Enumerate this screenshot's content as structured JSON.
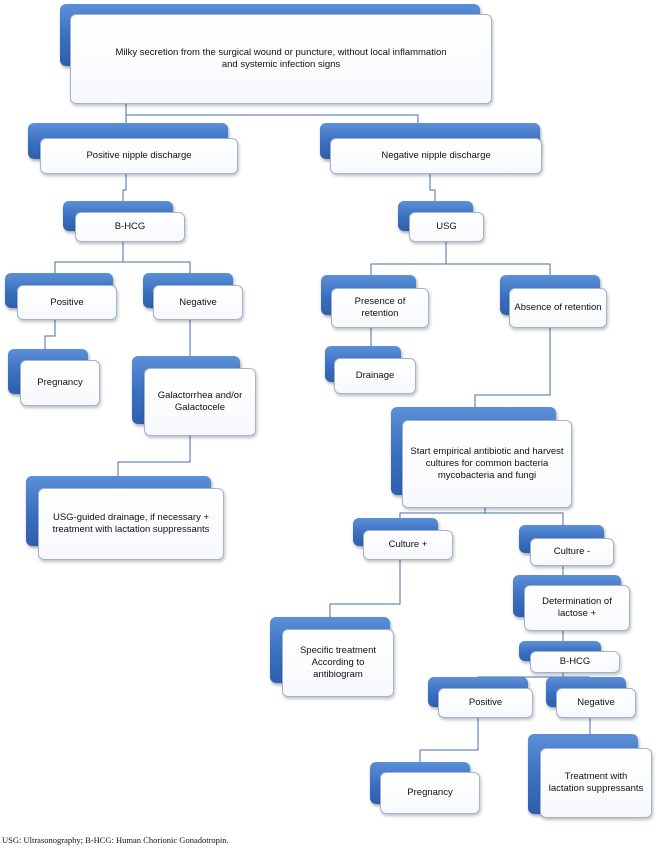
{
  "nodes": {
    "root": "Milky secretion from the surgical wound or puncture, without local inflammation\nand systemic infection signs",
    "positive_nipple": "Positive nipple discharge",
    "negative_nipple": "Negative nipple discharge",
    "bhcg_left": "B-HCG",
    "usg": "USG",
    "left_positive": "Positive",
    "left_negative": "Negative",
    "presence_retention": "Presence of retention",
    "absence_retention": "Absence of retention",
    "left_pregnancy": "Pregnancy",
    "galactorrhea": "Galactorrhea and/or\nGalactocele",
    "drainage": "Drainage",
    "antibiotic": "Start empirical antibiotic and harvest\ncultures for common bacteria\nmycobacteria and fungi",
    "usg_drainage": "USG-guided drainage, if necessary +\ntreatment with lactation suppressants",
    "culture_pos": "Culture +",
    "culture_neg": "Culture -",
    "lactose": "Determination of lactose +",
    "specific_treatment": "Specific treatment\nAccording to antibiogram",
    "bhcg_right": "B-HCG",
    "right_positive": "Positive",
    "right_negative": "Negative",
    "right_pregnancy": "Pregnancy",
    "treatment_lactation": "Treatment with\nlactation suppressants"
  },
  "caption": "USG: Ultrasonography; B-HCG: Human Chorionic Gonadotropin.",
  "colors": {
    "accent_blue": "#3a6fc0",
    "connector": "#4a6fa5"
  }
}
